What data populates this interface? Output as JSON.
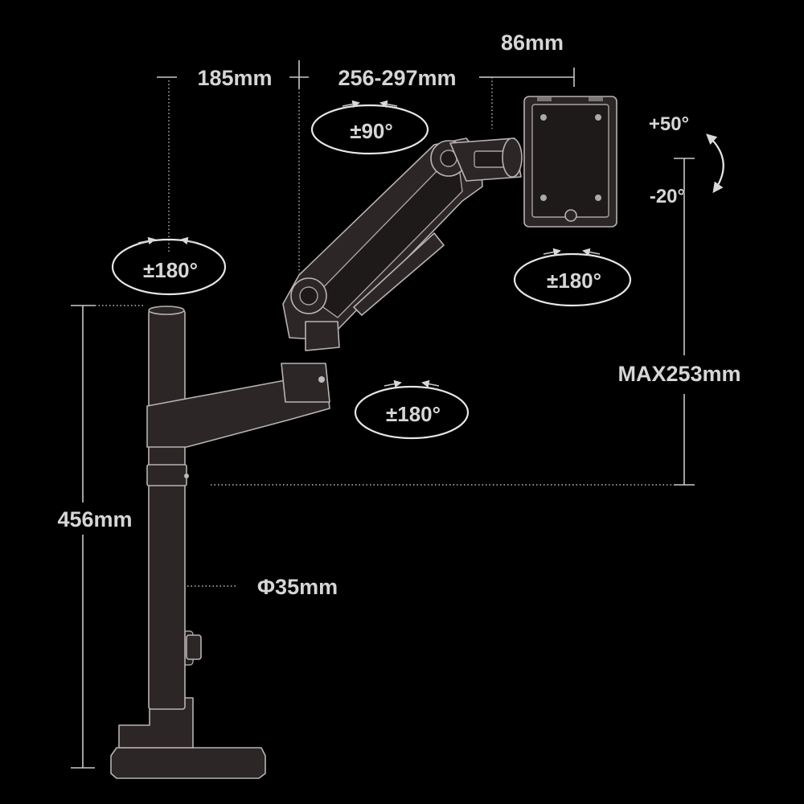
{
  "dimensions": {
    "pole_offset": "185mm",
    "arm_reach": "256-297mm",
    "head_depth": "86mm",
    "pole_height": "456mm",
    "pole_diameter": "Φ35mm",
    "height_range": "MAX253mm"
  },
  "rotations": {
    "pole_swivel": "±180°",
    "elbow_swivel": "±90°",
    "base_arm_swivel": "±180°",
    "monitor_rotation": "±180°",
    "tilt_up": "+50°",
    "tilt_down": "-20°"
  },
  "colors": {
    "background": "#000000",
    "metal": "#2c2626",
    "outline": "#b9b2b2",
    "text": "#d6d6d6"
  }
}
